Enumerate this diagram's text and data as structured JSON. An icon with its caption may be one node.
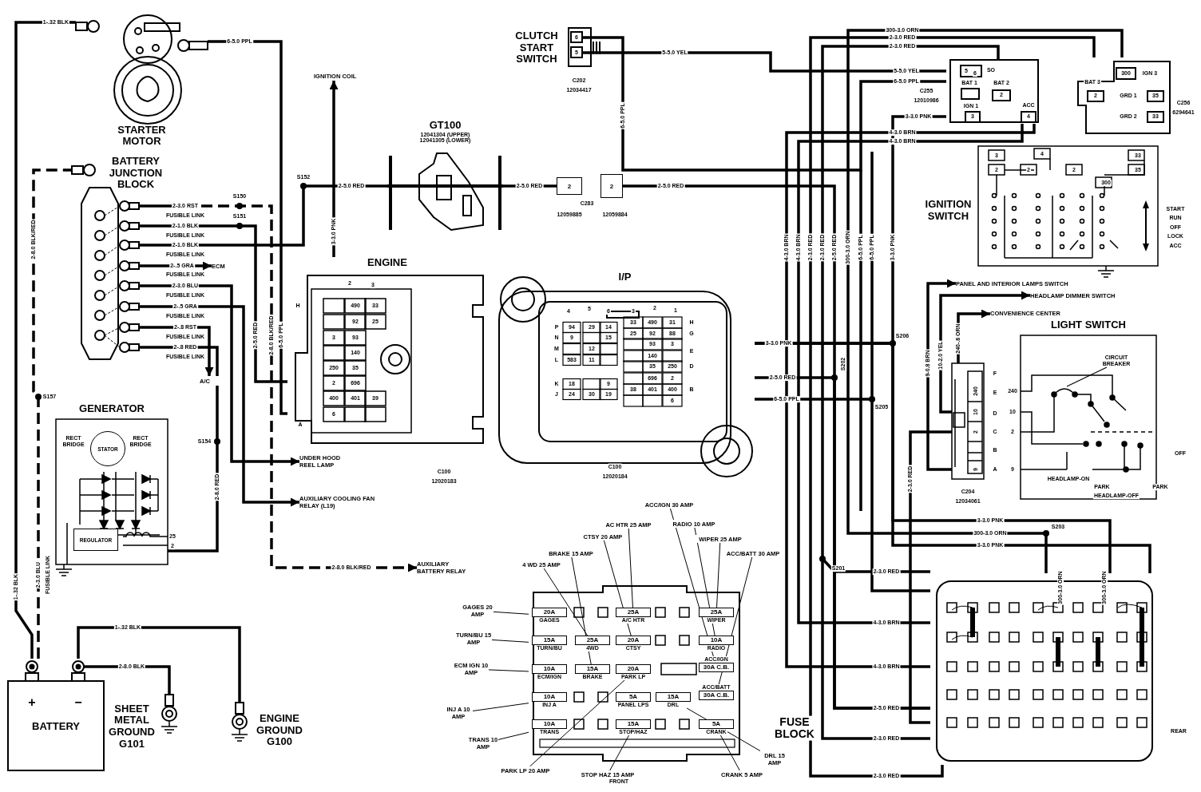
{
  "diagram": {
    "nodes": [
      {
        "text": [
          "STARTER MOTOR"
        ]
      },
      {
        "text": [
          "BATTERY JUNCTION BLOCK"
        ]
      },
      {
        "text": [
          "GENERATOR"
        ]
      },
      {
        "text": [
          "STATOR"
        ],
        "in": 2
      },
      {
        "text": [
          "REGULATOR"
        ],
        "in": 2
      },
      {
        "text": [
          "BATTERY"
        ]
      },
      {
        "text": [
          "SHEET METAL GROUND G101"
        ]
      },
      {
        "text": [
          "ENGINE GROUND G100"
        ]
      },
      {
        "text": [
          "IGNITION COIL"
        ]
      },
      {
        "text": [
          "GT100",
          "12041304 (UPPER)",
          "12041305 (LOWER)"
        ]
      },
      {
        "text": [
          "ECM"
        ]
      },
      {
        "text": [
          "A/C"
        ]
      },
      {
        "text": [
          "ENGINE"
        ],
        "beside": [
          "C100",
          "12020183"
        ]
      },
      {
        "text": [
          "UNDER HOOD REEL LAMP"
        ]
      },
      {
        "text": [
          "AUXILIARY COOLING FAN RELAY (L19)"
        ]
      },
      {
        "text": [
          "AUXILIARY BATTERY RELAY"
        ]
      },
      {
        "text": [
          "CLUTCH START SWITCH"
        ],
        "beside": [
          "C202",
          "12034417"
        ]
      },
      {
        "text": [
          "2"
        ],
        "beside": [
          "12059885"
        ]
      },
      {
        "text": [
          "2"
        ],
        "beside": [
          "12059884"
        ]
      },
      {
        "text": [
          "I/P"
        ],
        "beside": [
          "C100",
          "12020184"
        ]
      },
      {
        "text": [],
        "shape": "box",
        "beside": [
          "C255",
          "12010986"
        ]
      },
      {
        "text": [],
        "shape": "box",
        "beside": [
          "C256",
          "6294641"
        ]
      },
      {
        "text": [
          "IGNITION SWITCH"
        ]
      },
      {
        "text": [
          "PANEL AND INTERIOR LAMPS SWITCH"
        ]
      },
      {
        "text": [
          "HEADLAMP DIMMER SWITCH"
        ]
      },
      {
        "text": [
          "CONVENIENCE CENTER"
        ]
      },
      {
        "text": [
          "LIGHT SWITCH"
        ]
      },
      {
        "text": [],
        "shape": "box",
        "beside": [
          "C204",
          "12034061"
        ]
      },
      {
        "text": [],
        "shape": "box"
      },
      {
        "text": [],
        "shape": "box",
        "beside": [
          "REAR"
        ]
      },
      {
        "text": [
          "20A",
          "GAGES"
        ],
        "in": 28
      },
      {
        "text": [
          "25A",
          "A/C HTR"
        ],
        "in": 28
      },
      {
        "text": [
          "25A",
          "WIPER"
        ],
        "in": 28
      },
      {
        "text": [
          "15A",
          "TURN/BU"
        ],
        "in": 28
      },
      {
        "text": [
          "25A",
          "4WD"
        ],
        "in": 28
      },
      {
        "text": [
          "20A",
          "CTSY"
        ],
        "in": 28
      },
      {
        "text": [
          "10A",
          "RADIO"
        ],
        "in": 28
      },
      {
        "text": [
          "10A",
          "ECM/IGN"
        ],
        "in": 28
      },
      {
        "text": [
          "15A",
          "BRAKE"
        ],
        "in": 28
      },
      {
        "text": [
          "20A",
          "PARK LP"
        ],
        "in": 28
      },
      {
        "text": [
          "ACC/IGN",
          "30A C.B."
        ],
        "in": 28
      },
      {
        "text": [
          "10A",
          "INJ A"
        ],
        "in": 28
      },
      {
        "text": [
          "5A",
          "PANEL LPS"
        ],
        "in": 28
      },
      {
        "text": [
          "15A",
          "DRL"
        ],
        "in": 28
      },
      {
        "text": [
          "ACC/BATT",
          "30A C.B."
        ],
        "in": 28
      },
      {
        "text": [
          "10A",
          "TRANS"
        ],
        "in": 28
      },
      {
        "text": [
          "15A",
          "STOP/HAZ"
        ],
        "in": 28
      },
      {
        "text": [
          "5A",
          "CRANK"
        ],
        "in": 28
      },
      {
        "text": [
          "GAGES 20 AMP"
        ]
      },
      {
        "text": [
          "TURN/BU 15 AMP"
        ]
      },
      {
        "text": [
          "ECM IGN 10 AMP"
        ]
      },
      {
        "text": [
          "INJ A 10 AMP"
        ]
      },
      {
        "text": [
          "TRANS 10 AMP"
        ]
      },
      {
        "text": [
          "4 WD 25 AMP"
        ]
      },
      {
        "text": [
          "BRAKE 15 AMP"
        ]
      },
      {
        "text": [
          "CTSY 20 AMP"
        ]
      },
      {
        "text": [
          "AC HTR 25 AMP"
        ]
      },
      {
        "text": [
          "ACC/IGN 30 AMP"
        ]
      },
      {
        "text": [
          "RADIO 10 AMP"
        ]
      },
      {
        "text": [
          "WIPER 25 AMP"
        ]
      },
      {
        "text": [
          "ACC/BATT 30 AMP"
        ]
      },
      {
        "text": [
          "DRL 15 AMP"
        ]
      },
      {
        "text": [
          "CRANK 5 AMP"
        ]
      },
      {
        "text": [
          "STOP HAZ 15 AMP"
        ]
      },
      {
        "text": [
          "PARK LP 20 AMP"
        ]
      }
    ],
    "edges": [
      {
        "from": 5,
        "to": 0,
        "arrow": "none",
        "label": "1-.32 BLK"
      },
      {
        "from": 5,
        "to": 1,
        "arrow": "none",
        "style": "dashed"
      },
      {
        "from": 5,
        "to": 6,
        "arrow": "none",
        "label": "2-8.0 BLK"
      },
      {
        "from": 5,
        "to": 7,
        "arrow": "none",
        "label": "1-.32 BLK"
      },
      {
        "from": 1,
        "to": 10,
        "arrow": "to",
        "label": "2-.5 GRA"
      },
      {
        "from": 1,
        "to": 11,
        "arrow": "to"
      },
      {
        "from": 1,
        "to": 13,
        "arrow": "to"
      },
      {
        "from": 1,
        "to": 14,
        "arrow": "to"
      },
      {
        "from": 1,
        "to": 15,
        "arrow": "to",
        "label": "2-8.0 BLK/RED",
        "style": "dashed"
      },
      {
        "from": 1,
        "to": 12,
        "arrow": "none",
        "label": "2-5.0 RED"
      },
      {
        "from": 12,
        "to": 8,
        "arrow": "to",
        "label": "3-3.0 PNK"
      },
      {
        "from": 1,
        "to": 9,
        "arrow": "none",
        "label": "2-5.0 RED"
      },
      {
        "from": 0,
        "to": 12,
        "arrow": "none",
        "label": "6-5.0 PPL"
      },
      {
        "from": 2,
        "to": 1,
        "arrow": "none",
        "label": "2-8.0 RED"
      },
      {
        "from": 9,
        "to": 17,
        "arrow": "none",
        "label": "2-5.0 RED"
      },
      {
        "from": 18,
        "to": 29,
        "arrow": "none",
        "label": "2-5.0 RED"
      },
      {
        "from": 16,
        "to": 20,
        "arrow": "none",
        "label": "5-5.0 YEL"
      },
      {
        "from": 16,
        "to": 20,
        "arrow": "none",
        "label": "6-5.0 PPL"
      },
      {
        "from": 19,
        "to": 20,
        "arrow": "none",
        "label": "3-3.0 PNK"
      },
      {
        "from": 19,
        "to": 29,
        "arrow": "none",
        "label": "2-5.0 RED"
      },
      {
        "from": 19,
        "to": 29,
        "arrow": "none",
        "label": "6-5.0 PPL"
      },
      {
        "from": 20,
        "to": 29,
        "arrow": "none",
        "label": "4-3.0 BRN"
      },
      {
        "from": 20,
        "to": 29,
        "arrow": "none",
        "label": "4-3.0 BRN"
      },
      {
        "from": 21,
        "to": 29,
        "arrow": "none",
        "label": "300-3.0 ORN"
      },
      {
        "from": 21,
        "to": 29,
        "arrow": "none",
        "label": "2-3.0 RED"
      },
      {
        "from": 20,
        "to": 29,
        "arrow": "none",
        "label": "2-3.0 RED"
      },
      {
        "from": 27,
        "to": 23,
        "arrow": "to",
        "label": "9-0.8 BRN"
      },
      {
        "from": 27,
        "to": 24,
        "arrow": "to",
        "label": "10-2.0 YEL"
      },
      {
        "from": 27,
        "to": 25,
        "arrow": "to",
        "label": "240-.8 ORN"
      },
      {
        "from": 27,
        "to": 29,
        "arrow": "none",
        "label": "2-3.0 RED"
      },
      {
        "from": 19,
        "to": 29,
        "arrow": "none",
        "label": "3-3.0 PNK"
      },
      {
        "from": 19,
        "to": 29,
        "arrow": "none",
        "label": "3-3.0 PNK"
      },
      {
        "from": 48,
        "to": 30,
        "arrow": "none"
      },
      {
        "from": 49,
        "to": 33,
        "arrow": "none"
      },
      {
        "from": 50,
        "to": 37,
        "arrow": "none"
      },
      {
        "from": 51,
        "to": 41,
        "arrow": "none"
      },
      {
        "from": 52,
        "to": 45,
        "arrow": "none"
      },
      {
        "from": 53,
        "to": 34,
        "arrow": "none"
      },
      {
        "from": 54,
        "to": 38,
        "arrow": "none"
      },
      {
        "from": 55,
        "to": 35,
        "arrow": "none"
      },
      {
        "from": 56,
        "to": 31,
        "arrow": "none"
      },
      {
        "from": 57,
        "to": 40,
        "arrow": "none"
      },
      {
        "from": 58,
        "to": 36,
        "arrow": "none"
      },
      {
        "from": 59,
        "to": 32,
        "arrow": "none"
      },
      {
        "from": 60,
        "to": 44,
        "arrow": "none"
      },
      {
        "from": 61,
        "to": 43,
        "arrow": "none"
      },
      {
        "from": 62,
        "to": 47,
        "arrow": "none"
      },
      {
        "from": 63,
        "to": 46,
        "arrow": "none"
      },
      {
        "from": 64,
        "to": 39,
        "arrow": "none"
      }
    ],
    "labels": [
      "2-3.0 RST",
      "FUSIBLE LINK",
      "2-1.0 BLK",
      "FUSIBLE LINK",
      "2-1.0 BLK",
      "FUSIBLE LINK",
      "FUSIBLE LINK",
      "2-3.0 BLU",
      "FUSIBLE LINK",
      "2-.5 GRA",
      "FUSIBLE LINK",
      "2-.8 RST",
      "FUSIBLE LINK",
      "2-.8 RED",
      "FUSIBLE LINK",
      "S150",
      "S151",
      "S152",
      "S157",
      "S154",
      "2-8.0 BLK/RED",
      "1-.32 BLK",
      "2-3.0 BLU",
      "FUSIBLE LINK",
      "2-8.0 BLK/RED",
      "6-5.0 PPL",
      "+",
      "−",
      "RECT BRIDGE",
      "RECT BRIDGE",
      "25",
      "2",
      "H",
      "2",
      "3",
      "490",
      "33",
      "92",
      "25",
      "3",
      "93",
      "140",
      "250",
      "35",
      "2",
      "696",
      "400",
      "401",
      "39",
      "6",
      "A",
      "4",
      "5",
      "6",
      "3",
      "2",
      "1",
      "P",
      "N",
      "M",
      "L",
      "94",
      "29",
      "14",
      "9",
      "15",
      "12",
      "583",
      "11",
      "33",
      "490",
      "31",
      "25",
      "92",
      "88",
      "93",
      "3",
      "140",
      "35",
      "250",
      "696",
      "2",
      "38",
      "401",
      "400",
      "6",
      "H",
      "G",
      "E",
      "D",
      "B",
      "K",
      "J",
      "18",
      "9",
      "24",
      "30",
      "19",
      "C283",
      "6",
      "5",
      "5",
      "6",
      "SO",
      "BAT 1",
      "BAT 2",
      "2",
      "IGN 1",
      "3",
      "ACC",
      "4",
      "5-5.0 YEL",
      "6-5.0 PPL",
      "3-3.0 PNK",
      "BAT 3",
      "2",
      "300",
      "IGN 3",
      "GRD 1",
      "35",
      "GRD 2",
      "33",
      "3",
      "4",
      "33",
      "2",
      "2",
      "2",
      "35",
      "300",
      "START",
      "RUN",
      "OFF",
      "LOCK",
      "ACC",
      "4-3.0 BRN",
      "4-3.0 BRN",
      "2-3.0 RED",
      "2-3.0 RED",
      "2-5.0 RED",
      "300-3.0 ORN",
      "6-5.0 PPL",
      "6-5.0 PPL",
      "3-3.0 PNK",
      "S206",
      "S202",
      "S205",
      "F",
      "E",
      "D",
      "C",
      "B",
      "A",
      "240",
      "10",
      "2",
      "9",
      "CIRCUIT BREAKER",
      "240",
      "10",
      "2",
      "9",
      "HEADLAMP-ON",
      "PARK",
      "HEADLAMP-OFF",
      "PARK",
      "OFF",
      "S203",
      "300-3.0 ORN",
      "S201",
      "2-3.0 RED",
      "300-3.0 ORN",
      "300-3.0 ORN",
      "4-3.0 BRN",
      "4-3.0 BRN",
      "2-5.0 RED",
      "2-3.0 RED",
      "2-3.0 RED",
      "FUSE BLOCK",
      "FRONT"
    ]
  }
}
